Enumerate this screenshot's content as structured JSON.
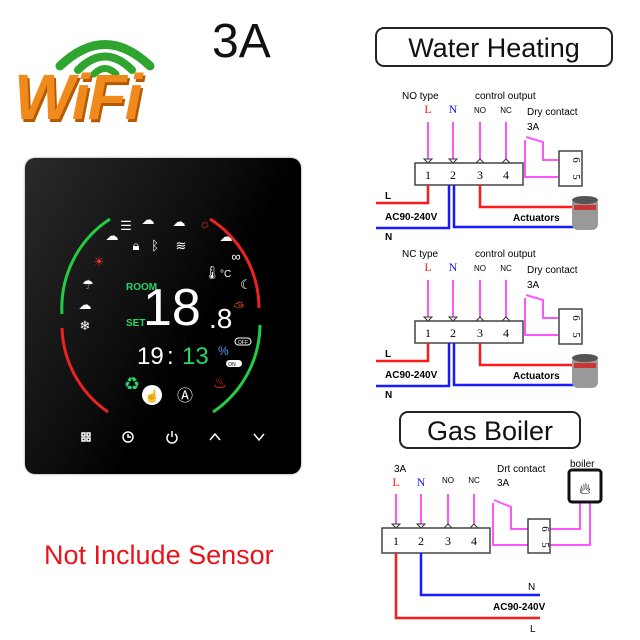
{
  "logo": {
    "text": "WiFi",
    "colors": {
      "signal": "#2fa52f",
      "text": "#f08a1c"
    }
  },
  "rating": "3A",
  "note": "Not Include Sensor",
  "thermostat": {
    "labels": {
      "room": "ROOM",
      "set": "SET",
      "unit": "°C",
      "off": "OFF",
      "on": "ON"
    },
    "temperature_main": "18",
    "temperature_decimal": ".8",
    "time_hours": "19",
    "time_sep": ":",
    "time_minutes": "13",
    "buttons": [
      {
        "icon": "menu-grid-icon"
      },
      {
        "icon": "clock-icon"
      },
      {
        "icon": "power-icon"
      },
      {
        "icon": "chevron-up-icon"
      },
      {
        "icon": "chevron-down-icon"
      }
    ]
  },
  "water_heating": {
    "title": "Water Heating",
    "diagrams": [
      {
        "type": "NO type",
        "control": "control  output",
        "terminals": [
          "L",
          "N",
          "NO",
          "NC"
        ],
        "numbers": [
          "1",
          "2",
          "3",
          "4"
        ],
        "relay_pins": [
          "6",
          "5"
        ],
        "dry_contact": "Dry contact",
        "dry_rating": "3A",
        "line_l": "L",
        "supply": "AC90-240V",
        "line_n": "N",
        "load": "Actuators"
      },
      {
        "type": "NC type",
        "control": "control  output",
        "terminals": [
          "L",
          "N",
          "NO",
          "NC"
        ],
        "numbers": [
          "1",
          "2",
          "3",
          "4"
        ],
        "relay_pins": [
          "6",
          "5"
        ],
        "dry_contact": "Dry contact",
        "dry_rating": "3A",
        "line_l": "L",
        "supply": "AC90-240V",
        "line_n": "N",
        "load": "Actuators"
      }
    ]
  },
  "gas_boiler": {
    "title": "Gas Boiler",
    "rating": "3A",
    "terminals": [
      "L",
      "N",
      "NO",
      "NC"
    ],
    "numbers": [
      "1",
      "2",
      "3",
      "4"
    ],
    "relay_pins": [
      "6",
      "5"
    ],
    "dry_contact": "Drt contact",
    "dry_rating": "3A",
    "boiler": "boiler",
    "line_n": "N",
    "supply": "AC90-240V",
    "line_l": "L"
  },
  "colors": {
    "live": "#ff1a1a",
    "neutral": "#1a1aff",
    "signal": "#ff55ff",
    "ring_green": "#22cc44",
    "ring_red": "#ee2222"
  }
}
